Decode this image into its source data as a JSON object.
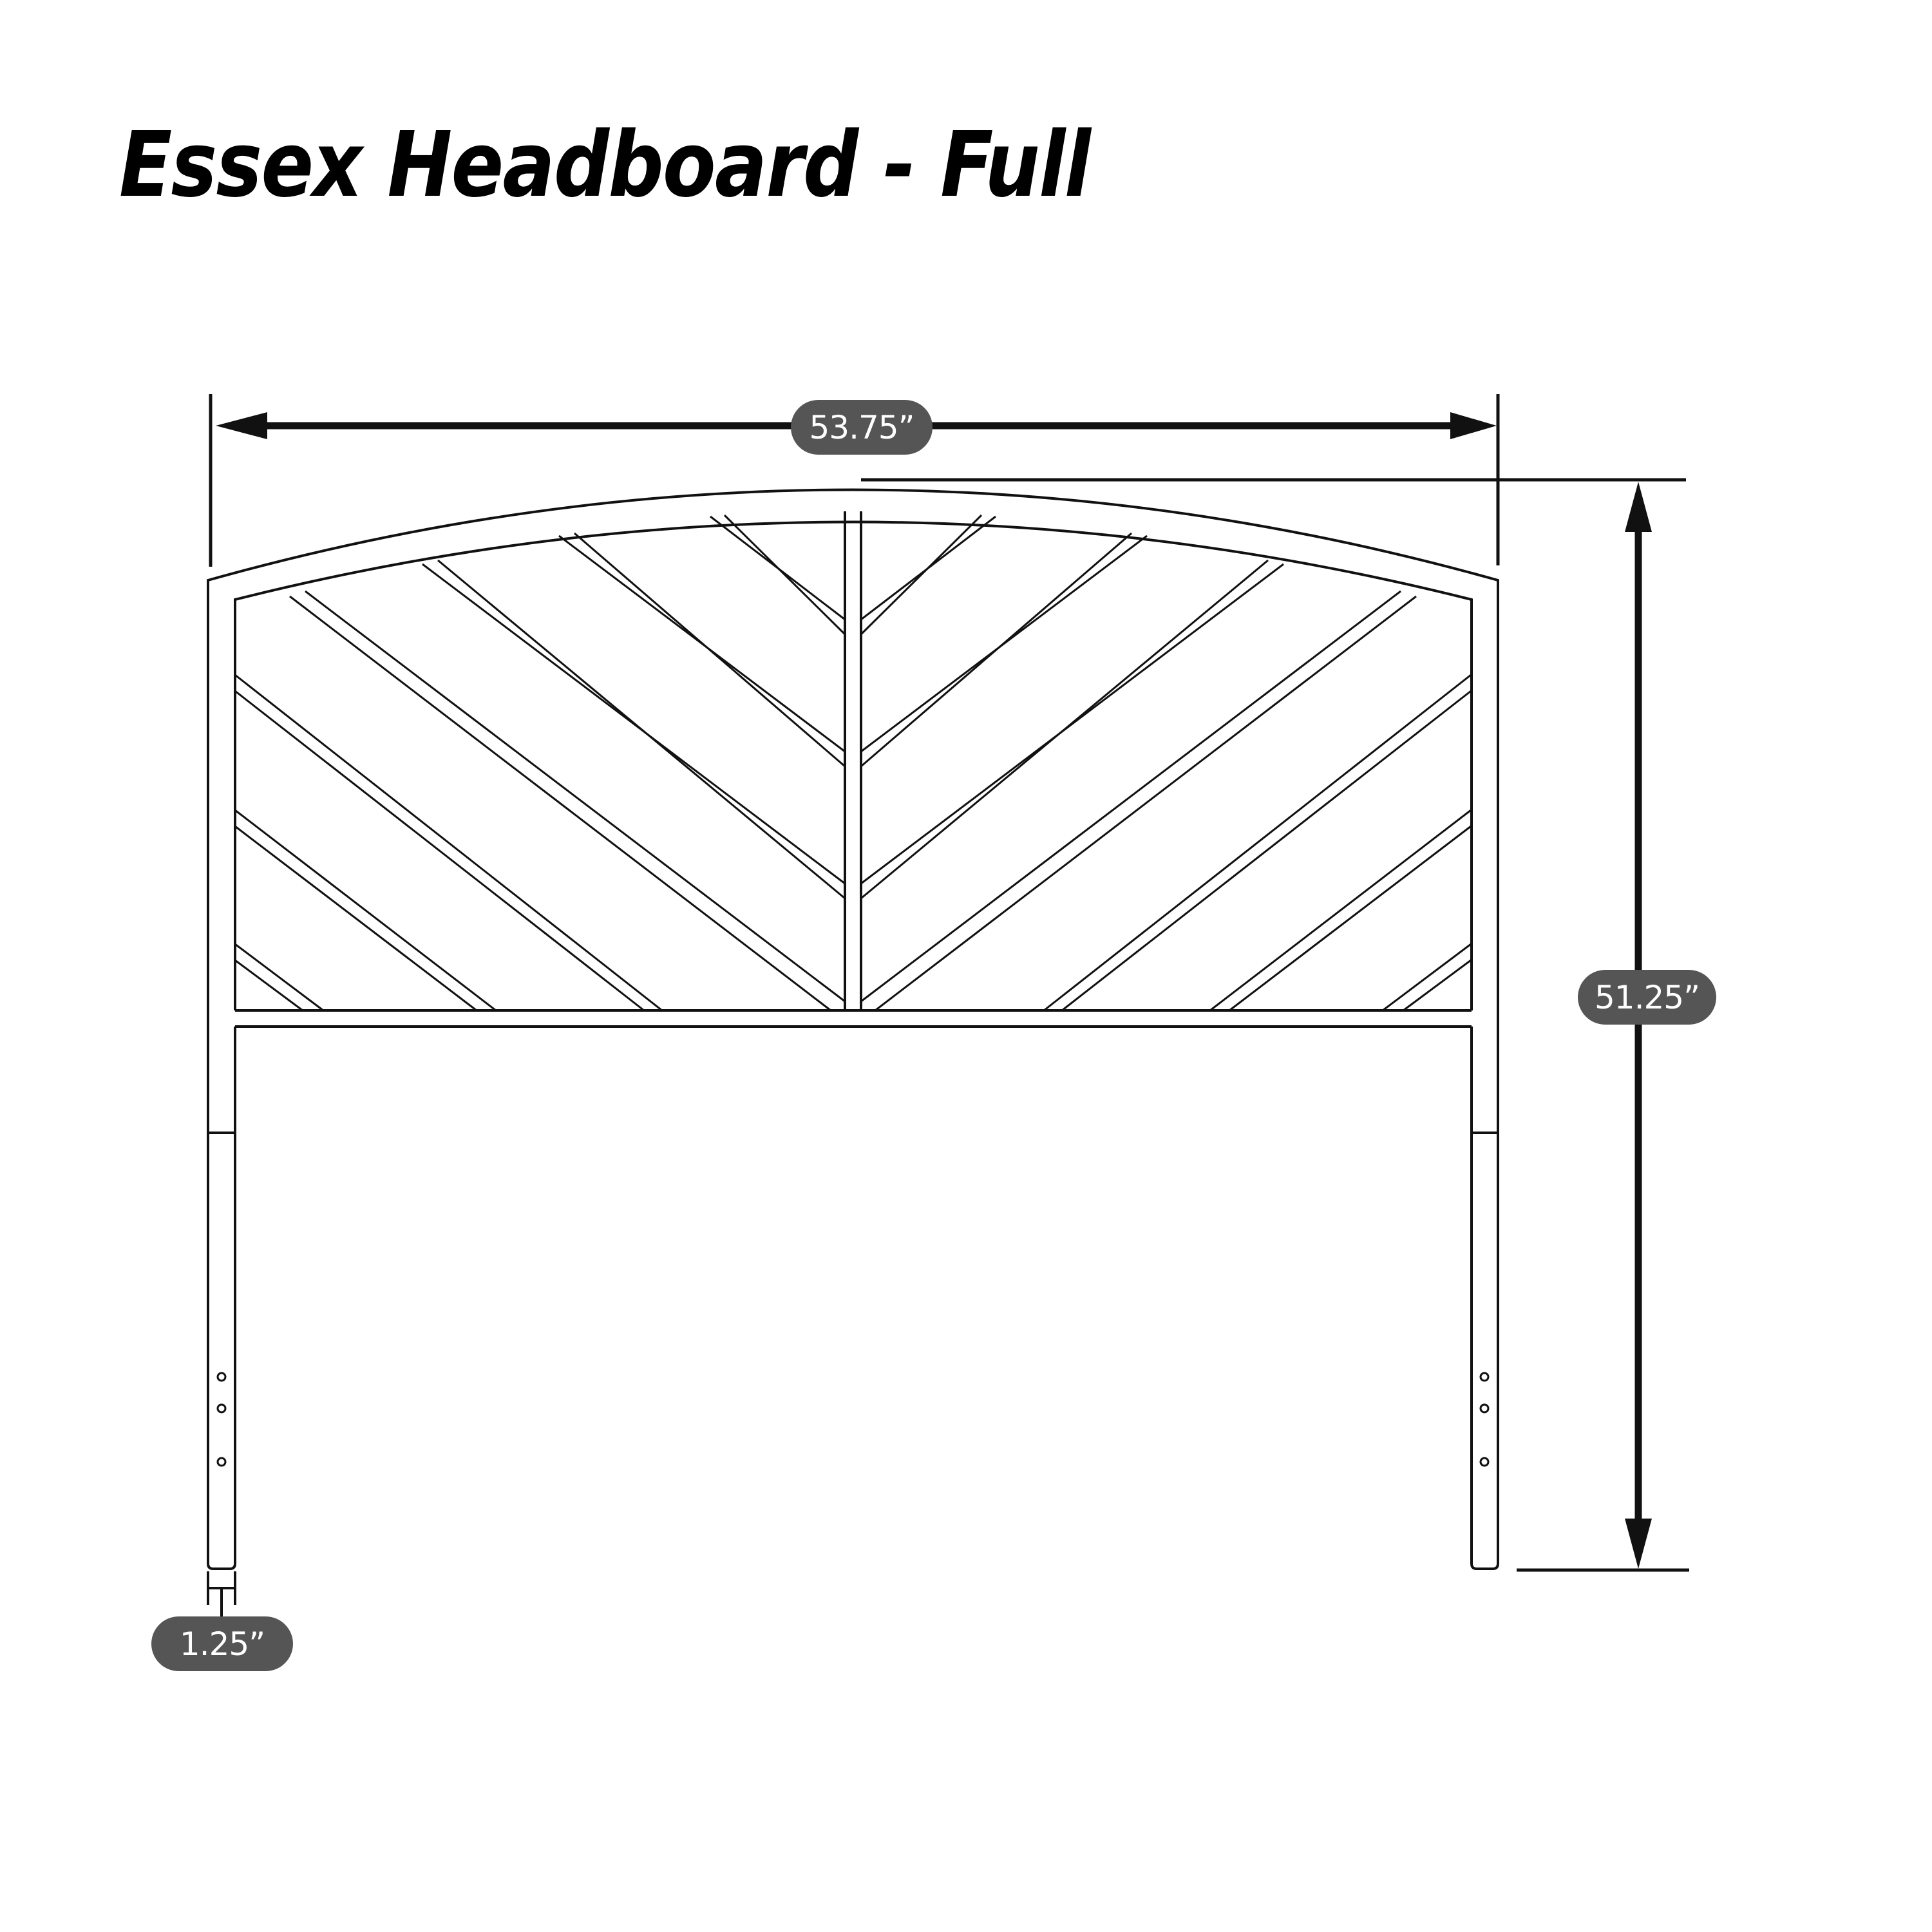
{
  "title": "Essex Headboard - Full",
  "dimensions": {
    "width": {
      "label": "53.75”",
      "value_in": 53.75,
      "axis": "horizontal"
    },
    "height": {
      "label": "51.25”",
      "value_in": 51.25,
      "axis": "vertical"
    },
    "leg": {
      "label": "1.25”",
      "value_in": 1.25,
      "axis": "leg-width"
    }
  },
  "colors": {
    "line": "#111111",
    "pill_bg": "#555555",
    "pill_text": "#ffffff",
    "background": "#ffffff"
  },
  "drawing": {
    "subject": "headboard",
    "infill_pattern": "chevron diagonal bars",
    "leg_holes_per_side": 3
  }
}
